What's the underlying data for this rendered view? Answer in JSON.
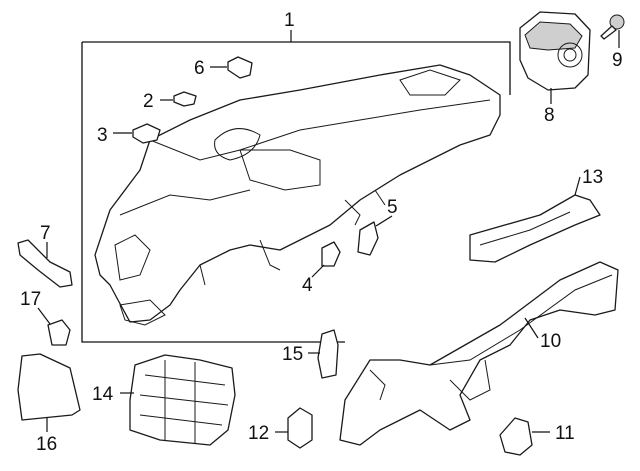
{
  "diagram": {
    "callouts": [
      {
        "id": "1",
        "label": "1"
      },
      {
        "id": "2",
        "label": "2"
      },
      {
        "id": "3",
        "label": "3"
      },
      {
        "id": "4",
        "label": "4"
      },
      {
        "id": "5",
        "label": "5"
      },
      {
        "id": "6",
        "label": "6"
      },
      {
        "id": "7",
        "label": "7"
      },
      {
        "id": "8",
        "label": "8"
      },
      {
        "id": "9",
        "label": "9"
      },
      {
        "id": "10",
        "label": "10"
      },
      {
        "id": "11",
        "label": "11"
      },
      {
        "id": "12",
        "label": "12"
      },
      {
        "id": "13",
        "label": "13"
      },
      {
        "id": "14",
        "label": "14"
      },
      {
        "id": "15",
        "label": "15"
      },
      {
        "id": "16",
        "label": "16"
      },
      {
        "id": "17",
        "label": "17"
      }
    ],
    "colors": {
      "line": "#1a1a1a",
      "shade": "#cfcfcf",
      "background": "#ffffff"
    }
  }
}
